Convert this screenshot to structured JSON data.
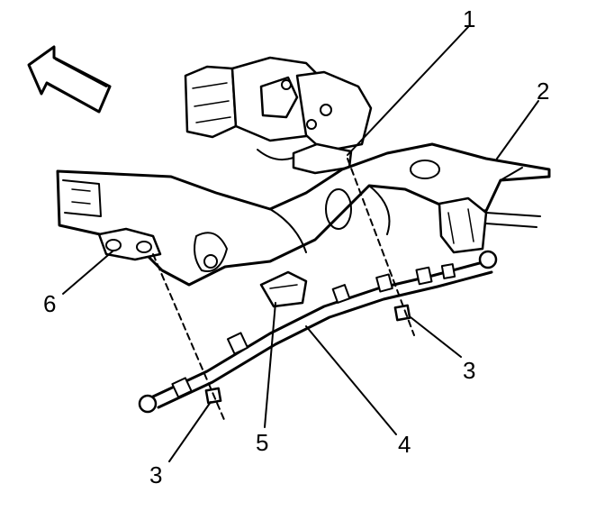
{
  "diagram": {
    "callouts": [
      {
        "id": "callout-1",
        "label": "1"
      },
      {
        "id": "callout-2",
        "label": "2"
      },
      {
        "id": "callout-3-right",
        "label": "3"
      },
      {
        "id": "callout-3-left",
        "label": "3"
      },
      {
        "id": "callout-4",
        "label": "4"
      },
      {
        "id": "callout-5",
        "label": "5"
      },
      {
        "id": "callout-6",
        "label": "6"
      }
    ],
    "colors": {
      "ink": "#000000",
      "paper": "#ffffff"
    },
    "icons": [
      "front-direction-arrow-icon"
    ]
  }
}
